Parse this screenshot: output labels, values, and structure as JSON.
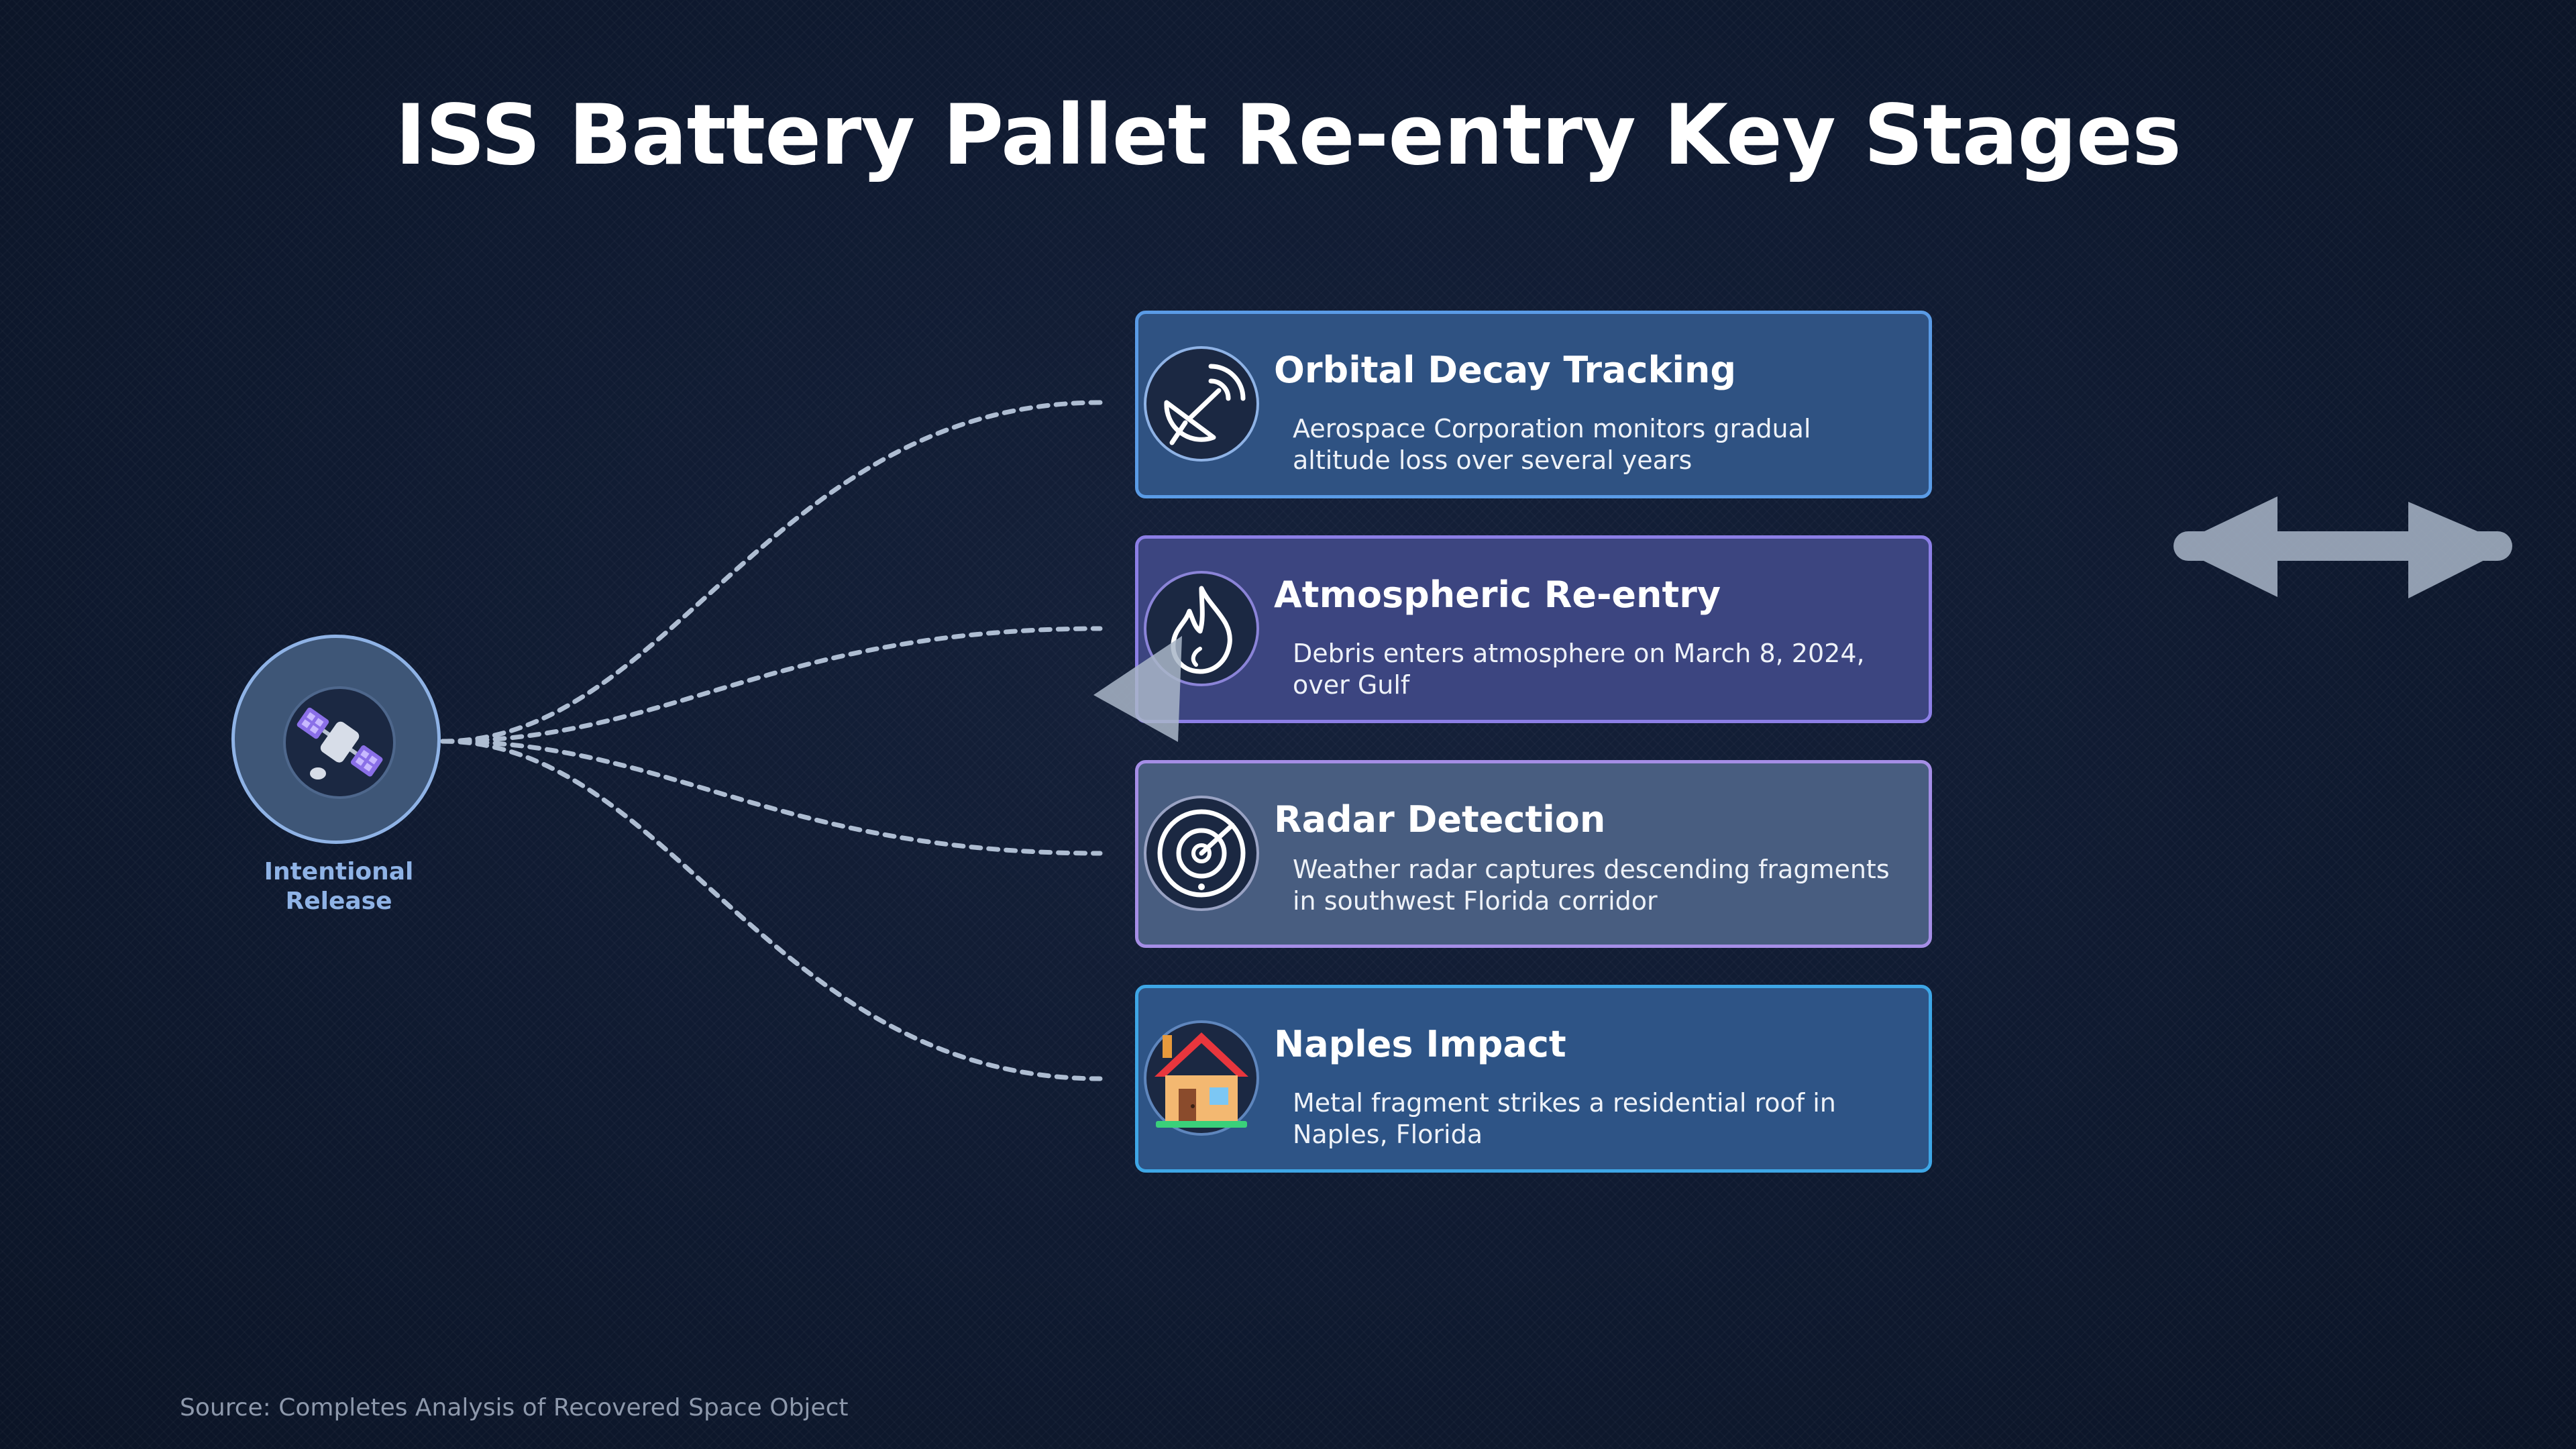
{
  "title": "ISS Battery Pallet Re-entry Key Stages",
  "hub": {
    "label": "Intentional Release",
    "icon": "satellite-icon"
  },
  "stages": [
    {
      "title": "Orbital Decay Tracking",
      "description": "Aerospace Corporation monitors gradual altitude loss over several years",
      "icon": "satellite-dish-icon"
    },
    {
      "title": "Atmospheric Re-entry",
      "description": "Debris enters atmosphere on March 8, 2024, over Gulf",
      "icon": "flame-icon"
    },
    {
      "title": "Radar Detection",
      "description": "Weather radar captures descending fragments in southwest Florida corridor",
      "icon": "radar-icon"
    },
    {
      "title": "Naples Impact",
      "description": "Metal fragment strikes a residential roof in Naples, Florida",
      "icon": "house-icon"
    }
  ],
  "source": "Source: Completes Analysis of Recovered Space Object",
  "colors": {
    "background": "#0f1a30",
    "card1": "#2f5282",
    "card2": "#3c4580",
    "card3": "#485d80",
    "card4": "#2e5486",
    "border1": "#5a9be6",
    "border2": "#8c7fe6",
    "border3": "#a58ee6",
    "border4": "#3ea6e6"
  }
}
